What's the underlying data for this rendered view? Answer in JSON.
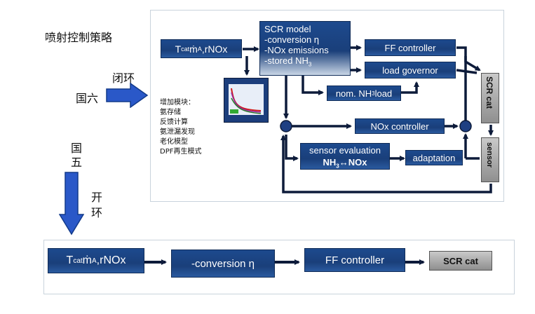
{
  "strategy_title": "喷射控制策略",
  "closed_loop_label": "闭环",
  "guo6_label": "国六",
  "guo5_label_line1": "国",
  "guo5_label_line2": "五",
  "open_loop_line1": "开",
  "open_loop_line2": "环",
  "added_modules": {
    "title": "增加模块：",
    "items": [
      "氨存储",
      "反馈计算",
      "氨泄漏发现",
      "老化模型",
      "DPF再生模式"
    ]
  },
  "top_diagram": {
    "input_block": {
      "t": "T",
      "t_sub": "cat",
      "m": "ṁ",
      "m_sub": "A",
      "rest": ",rNOx"
    },
    "scr_model": {
      "title": "SCR model",
      "lines": [
        "-conversion η",
        "-NOx emissions",
        "-stored NH"
      ],
      "stored_sub": "3"
    },
    "ff_controller": "FF controller",
    "load_governor": "load governor",
    "nom_load": {
      "pre": "nom. NH",
      "sub": "3",
      "post": " load"
    },
    "nox_controller": "NOx controller",
    "sensor_eval": {
      "title": "sensor evaluation",
      "line2_pre": "NH",
      "line2_sub": "3",
      "line2_post": "↔NOx"
    },
    "adaptation": "adaptation",
    "scr_cat_vertical": "SCR cat",
    "sensor_vertical": "sensor"
  },
  "bottom_diagram": {
    "input_block": {
      "t": "T",
      "t_sub": "cat",
      "m": "ṁ",
      "m_sub": "A",
      "rest": ",rNOx"
    },
    "conversion": "-conversion η",
    "ff_controller": "FF controller",
    "scr_cat": "SCR cat"
  }
}
